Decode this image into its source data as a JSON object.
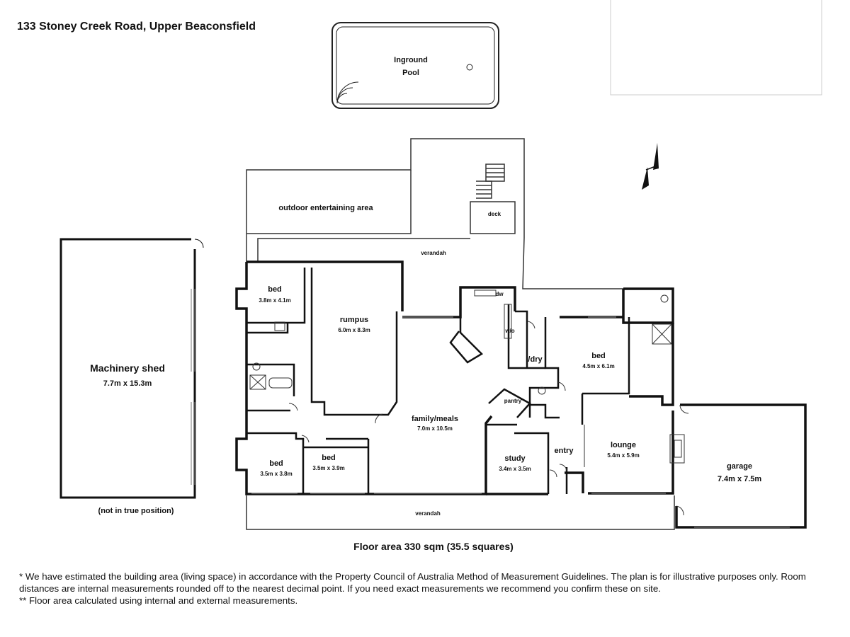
{
  "title": "133 Stoney Creek Road, Upper Beaconsfield",
  "pool": {
    "line1": "Inground",
    "line2": "Pool"
  },
  "areas": {
    "outdoor": "outdoor entertaining area",
    "deck": "deck",
    "verandah_top": "verandah",
    "verandah_bottom": "verandah"
  },
  "rooms": {
    "bed1": {
      "name": "bed",
      "dims": "3.8m x 4.1m"
    },
    "rumpus": {
      "name": "rumpus",
      "dims": "6.0m x 8.3m"
    },
    "family": {
      "name": "family/meals",
      "dims": "7.0m x 10.5m"
    },
    "ldry": {
      "name": "l/dry"
    },
    "pantry": {
      "name": "pantry"
    },
    "bed_master": {
      "name": "bed",
      "dims": "4.5m x 6.1m"
    },
    "bed2": {
      "name": "bed",
      "dims": "3.5m x 3.8m"
    },
    "bed3": {
      "name": "bed",
      "dims": "3.5m x 3.9m"
    },
    "study": {
      "name": "study",
      "dims": "3.4m x 3.5m"
    },
    "entry": {
      "name": "entry"
    },
    "lounge": {
      "name": "lounge",
      "dims": "5.4m x 5.9m"
    },
    "garage": {
      "name": "garage",
      "dims": "7.4m x 7.5m"
    },
    "kitchen_dw": "dw",
    "kitchen_wo": "w/o"
  },
  "shed": {
    "name": "Machinery shed",
    "dims": "7.7m x 15.3m",
    "note": "(not in true position)"
  },
  "floor_area": "Floor area 330 sqm (35.5 squares)",
  "footnotes": [
    "* We have estimated the building area (living space) in accordance with the Property Council of Australia Method of Measurement Guidelines. The plan is for illustrative purposes only. Room distances are internal measurements rounded off to the nearest decimal point. If you need exact measurements we recommend you confirm these on site.",
    "** Floor area calculated using internal and external measurements."
  ],
  "compass_icon": "north-arrow-icon"
}
